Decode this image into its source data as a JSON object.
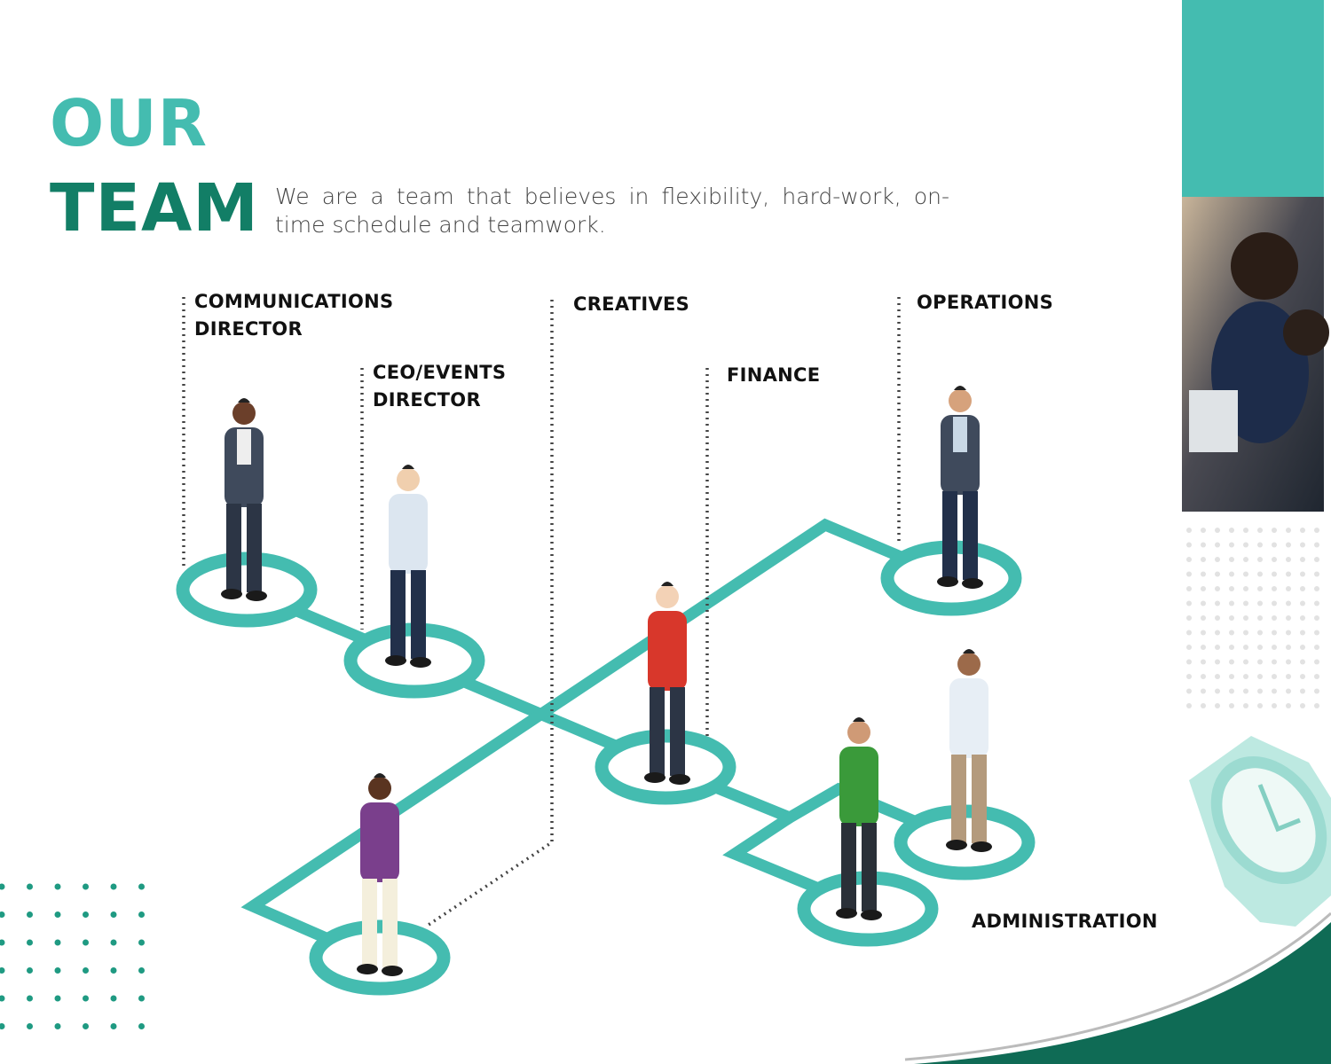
{
  "title": {
    "line1": "OUR",
    "line2": "TEAM"
  },
  "tagline": "We are a team that believes in flexibility, hard-work, on-time schedule and teamwork.",
  "roles": [
    {
      "label_line1": "COMMUNICATIONS",
      "label_line2": "DIRECTOR"
    },
    {
      "label_line1": "CEO/EVENTS",
      "label_line2": "DIRECTOR"
    },
    {
      "label_line1": "CREATIVES",
      "label_line2": ""
    },
    {
      "label_line1": "FINANCE",
      "label_line2": ""
    },
    {
      "label_line1": "OPERATIONS",
      "label_line2": ""
    },
    {
      "label_line1": "ADMINISTRATION",
      "label_line2": ""
    }
  ],
  "colors": {
    "teal": "#44bcb0",
    "dark_green": "#127e66",
    "text": "#111111"
  },
  "icons": [
    "clock-icon",
    "person-figure",
    "team-photo"
  ]
}
